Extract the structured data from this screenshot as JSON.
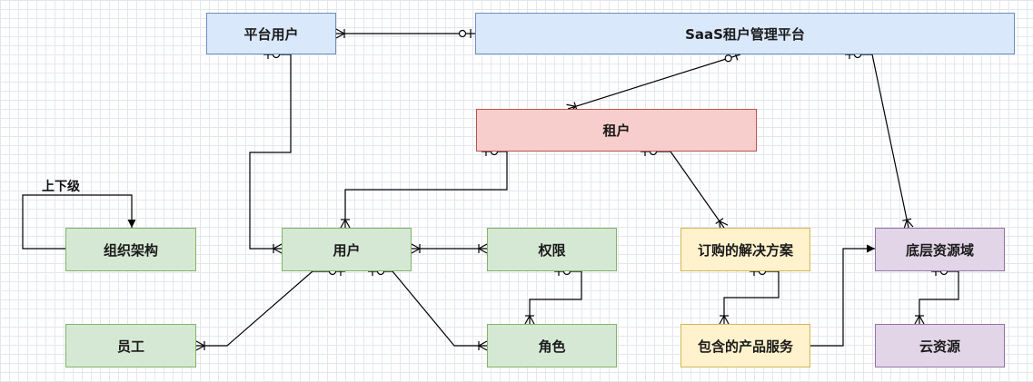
{
  "nodes": {
    "platform_user": "平台用户",
    "saas_platform": "SaaS租户管理平台",
    "tenant": "租户",
    "user": "用户",
    "permission": "权限",
    "role": "角色",
    "org": "组织架构",
    "employee": "员工",
    "solution": "订购的解决方案",
    "product_service": "包含的产品服务",
    "base_resource": "底层资源域",
    "cloud_resource": "云资源"
  },
  "labels": {
    "self_relation": "上下级"
  },
  "colors": {
    "blue_fill": "#dae8fc",
    "red_fill": "#f8cecc",
    "green_fill": "#d5e8d4",
    "yellow_fill": "#fff2cc",
    "purple_fill": "#e1d5e7",
    "edge": "#000000"
  }
}
